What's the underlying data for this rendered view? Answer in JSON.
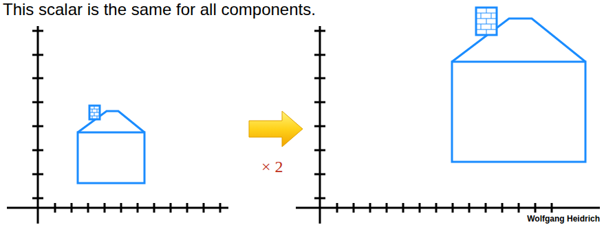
{
  "diagram": {
    "labels": [
      "This scalar is the same for all components.",
      "× 2",
      "Wolfgang Heidrich"
    ]
  }
}
